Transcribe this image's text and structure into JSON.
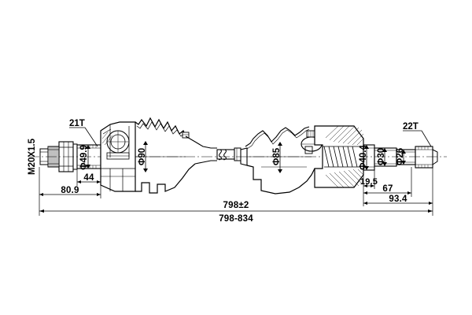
{
  "drawing": {
    "type": "technical-engineering-drawing",
    "subject": "CV axle drive shaft assembly",
    "background_color": "#ffffff",
    "line_color": "#000000"
  },
  "annotations": {
    "left_spline_teeth": "21T",
    "right_spline_teeth": "22T",
    "thread_spec": "M20X1.5",
    "left_spline_diameter": "Φ49.9",
    "left_boot_diameter": "Φ90",
    "right_boot_diameter": "Φ85",
    "right_flange_diameter": "Φ40.4",
    "right_mid_diameter": "Φ30",
    "right_end_diameter": "Φ26"
  },
  "dimensions": {
    "left_spline_length": "44",
    "left_total": "80.9",
    "right_step_1": "19.5",
    "right_step_2": "67",
    "right_total": "93.4",
    "overall_nominal": "798±2",
    "overall_range": "798-834"
  }
}
